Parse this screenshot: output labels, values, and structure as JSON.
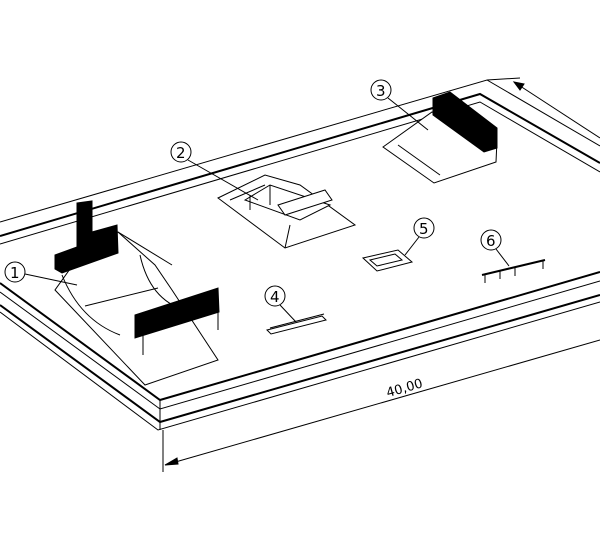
{
  "drawing": {
    "title": "Skatepark layout isometric view",
    "dimension_length": "40,00",
    "callouts": [
      {
        "label": "1"
      },
      {
        "label": "2"
      },
      {
        "label": "3"
      },
      {
        "label": "4"
      },
      {
        "label": "5"
      },
      {
        "label": "6"
      }
    ]
  }
}
